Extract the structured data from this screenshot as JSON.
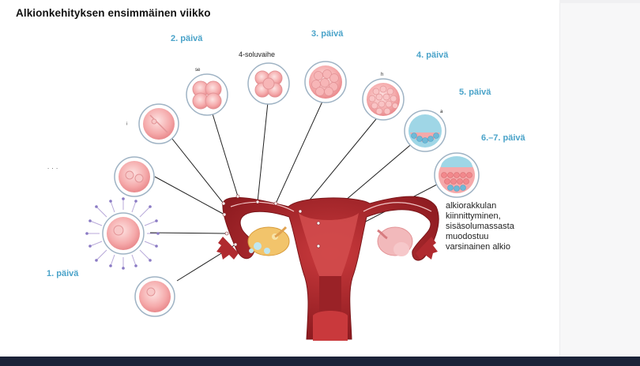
{
  "title": "Alkionkehityksen ensimmäinen viikko",
  "days": {
    "d1": "1. päivä",
    "d2": "2. päivä",
    "d3": "3. päivä",
    "d4": "4. päivä",
    "d5": "5. päivä",
    "d67": "6.–7. päivä"
  },
  "labels": {
    "l4cell": "4-soluvaihe",
    "fragA": "ˢᵉ",
    "fragB": "ʰ",
    "fragC": "ⁱ",
    "fragD": "ᵃ",
    "fragE": "˙ ˙ ˙"
  },
  "description": [
    "alkiorakkulan",
    "kiinnittyminen,",
    "sisäsolumassasta",
    "muodostuu",
    "varsinainen alkio"
  ],
  "colors": {
    "accent": "#4aa3c9",
    "uterus": "#b02a2f",
    "cell": "#f3a3a6"
  }
}
